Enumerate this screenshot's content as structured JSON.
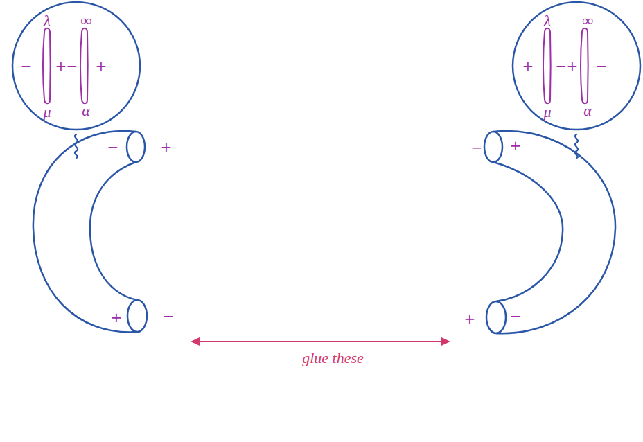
{
  "diagram": {
    "nodes": [
      {
        "text": [
          "λ",
          "∞",
          "−",
          "+",
          "−",
          "+",
          "μ",
          "α"
        ]
      },
      {
        "text": [
          "λ",
          "∞",
          "+",
          "−",
          "+",
          "−",
          "μ",
          "α"
        ]
      },
      {
        "text": [
          "−",
          "+",
          "+",
          "−"
        ]
      },
      {
        "text": [
          "−",
          "+",
          "+",
          "−"
        ]
      }
    ],
    "edges": [
      {
        "from": 2,
        "to": 3,
        "arrow": "both",
        "label": "glue these"
      }
    ]
  }
}
